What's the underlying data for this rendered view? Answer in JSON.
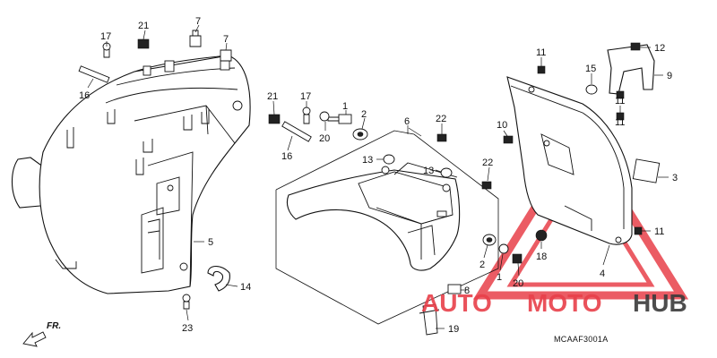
{
  "diagram": {
    "code": "MCAAF3001A",
    "direction": "FR.",
    "callouts": {
      "c1a": "1",
      "c1b": "1",
      "c2a": "2",
      "c2b": "2",
      "c3": "3",
      "c4": "4",
      "c5": "5",
      "c6": "6",
      "c7a": "7",
      "c7b": "7",
      "c8": "8",
      "c9": "9",
      "c10": "10",
      "c11a": "11",
      "c11b": "11",
      "c11c": "11",
      "c11d": "11",
      "c12": "12",
      "c13a": "13",
      "c13b": "13",
      "c14": "14",
      "c15": "15",
      "c16a": "16",
      "c16b": "16",
      "c17a": "17",
      "c17b": "17",
      "c18": "18",
      "c19": "19",
      "c20a": "20",
      "c20b": "20",
      "c21a": "21",
      "c21b": "21",
      "c22a": "22",
      "c22b": "22",
      "c23": "23"
    }
  },
  "watermark": {
    "part1": "AUTO",
    "part2": "MOTO",
    "part3": "HUB",
    "color_red": "#e8404a",
    "color_dark": "#3a3a3a"
  }
}
